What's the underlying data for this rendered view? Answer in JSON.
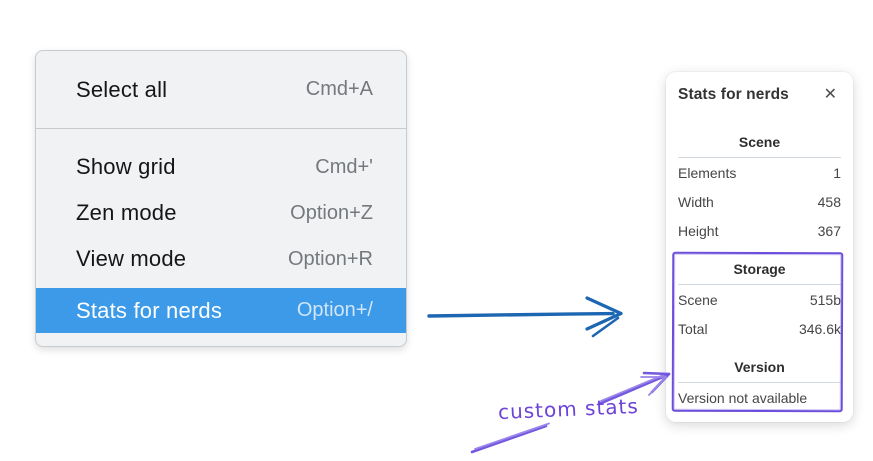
{
  "context_menu": {
    "items": [
      {
        "label": "Select all",
        "shortcut": "Cmd+A",
        "selected": false
      },
      {
        "label": "Show grid",
        "shortcut": "Cmd+'",
        "selected": false
      },
      {
        "label": "Zen mode",
        "shortcut": "Option+Z",
        "selected": false
      },
      {
        "label": "View mode",
        "shortcut": "Option+R",
        "selected": false
      },
      {
        "label": "Stats for nerds",
        "shortcut": "Option+/",
        "selected": true
      }
    ],
    "colors": {
      "background": "#f1f2f3",
      "border": "#c7cbd0",
      "highlight": "#3d9ae8",
      "label": "#151617",
      "shortcut": "#75797d",
      "highlight_label": "#ffffff",
      "highlight_shortcut": "#cfe5f9"
    }
  },
  "stats_panel": {
    "title": "Stats for nerds",
    "close_icon": "✕",
    "sections": [
      {
        "heading": "Scene",
        "rows": [
          {
            "label": "Elements",
            "value": "1"
          },
          {
            "label": "Width",
            "value": "458"
          },
          {
            "label": "Height",
            "value": "367"
          }
        ]
      },
      {
        "heading": "Storage",
        "rows": [
          {
            "label": "Scene",
            "value": "515b"
          },
          {
            "label": "Total",
            "value": "346.6k"
          }
        ]
      },
      {
        "heading": "Version",
        "rows": [],
        "note": "Version not available"
      }
    ]
  },
  "annotation": {
    "label": "custom stats",
    "color": "#6d43d8",
    "box_color": "#6d4edb"
  },
  "flow_arrow": {
    "color": "#1d66b2"
  }
}
